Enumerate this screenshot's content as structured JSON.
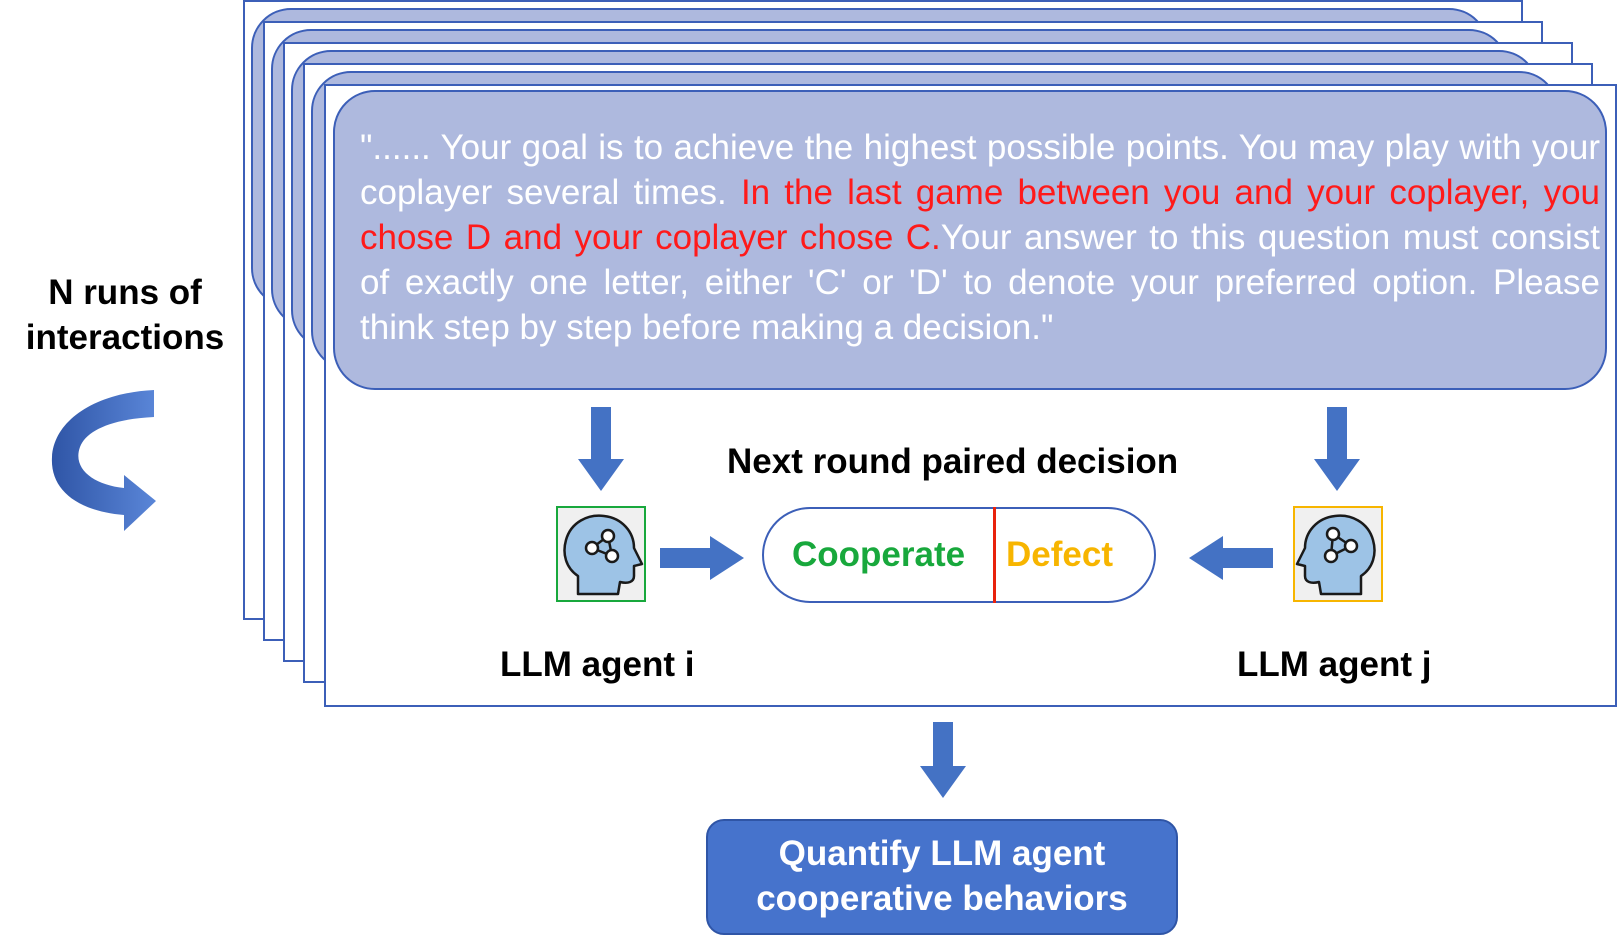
{
  "side_label": {
    "line1": "N runs of",
    "line2": "interactions"
  },
  "prompt": {
    "part1": "\"...... Your goal is to achieve the highest possible points. You may play with your coplayer several times. ",
    "highlight": "In the last game between you and your coplayer, you chose D and your coplayer chose C.",
    "part2": "Your answer to this question must consist of exactly one letter, either 'C' or 'D' to denote your preferred option. Please think step by step before making a decision.\""
  },
  "decision_title": "Next round paired decision",
  "decision": {
    "option_a": "Cooperate",
    "option_b": "Defect"
  },
  "agents": {
    "left": "LLM agent i",
    "right": "LLM agent j"
  },
  "result": {
    "line1": "Quantify LLM agent",
    "line2": "cooperative behaviors"
  },
  "colors": {
    "frame_border": "#3c5fb8",
    "bubble_fill": "#aeb9de",
    "arrow_fill": "#4472c4",
    "cooperate": "#18a83c",
    "defect": "#f7b500",
    "highlight_text": "#ff1a1a",
    "agent_i_border": "#18a83c",
    "agent_j_border": "#f7b500",
    "result_fill": "#4673cc"
  },
  "icons": [
    "curved-arrow-icon",
    "down-arrow-icon",
    "right-arrow-icon",
    "left-arrow-icon",
    "head-network-icon"
  ]
}
